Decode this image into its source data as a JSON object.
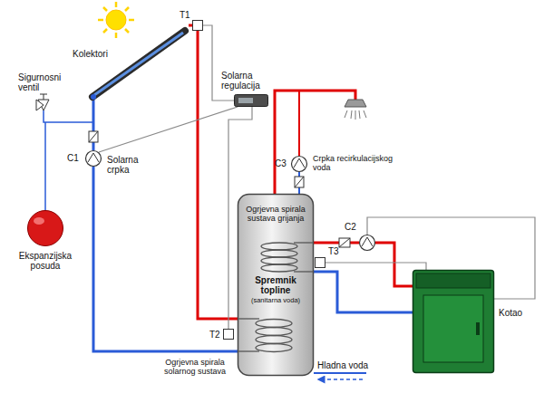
{
  "diagram": {
    "nodes": [
      {
        "text": [
          "Kolektori"
        ]
      },
      {
        "text": [
          "T1"
        ]
      },
      {
        "text": [
          "Solarna regulacija"
        ]
      },
      {
        "text": [
          "C1",
          "Solarna crpka"
        ]
      },
      {
        "text": [
          "Ekspanzijska posuda"
        ]
      },
      {
        "text": [
          "C3",
          "Crpka recirkulacijskog voda"
        ]
      },
      {
        "text": [
          "Spremnik topline",
          "(sanitarna voda)"
        ]
      },
      {
        "text": [
          "T2"
        ]
      },
      {
        "text": [
          "T3"
        ]
      },
      {
        "text": [
          "C2"
        ]
      },
      {
        "text": [
          "Kotao"
        ]
      }
    ],
    "edges": [
      {
        "from": 3,
        "to": 0,
        "arrow": "none"
      },
      {
        "from": 0,
        "to": 1,
        "arrow": "none"
      },
      {
        "from": 1,
        "to": 6,
        "arrow": "none"
      },
      {
        "from": 6,
        "to": 3,
        "arrow": "none"
      },
      {
        "from": 1,
        "to": 2,
        "arrow": "none"
      },
      {
        "from": 2,
        "to": 3,
        "arrow": "none"
      },
      {
        "from": 2,
        "to": 7,
        "arrow": "none"
      },
      {
        "from": 5,
        "to": 6,
        "arrow": "none"
      },
      {
        "from": 10,
        "to": 9,
        "arrow": "none"
      },
      {
        "from": 9,
        "to": 6,
        "arrow": "none"
      },
      {
        "from": 6,
        "to": 10,
        "arrow": "none"
      },
      {
        "from": 8,
        "to": 10,
        "arrow": "none"
      },
      {
        "from": 9,
        "to": 10,
        "arrow": "none"
      }
    ],
    "labels": [
      "Sigurnosni ventil",
      "Ogrjevna spirala sustava grijanja",
      "Ogrjevna spirala solarnog sustava",
      "Hladna voda"
    ]
  }
}
